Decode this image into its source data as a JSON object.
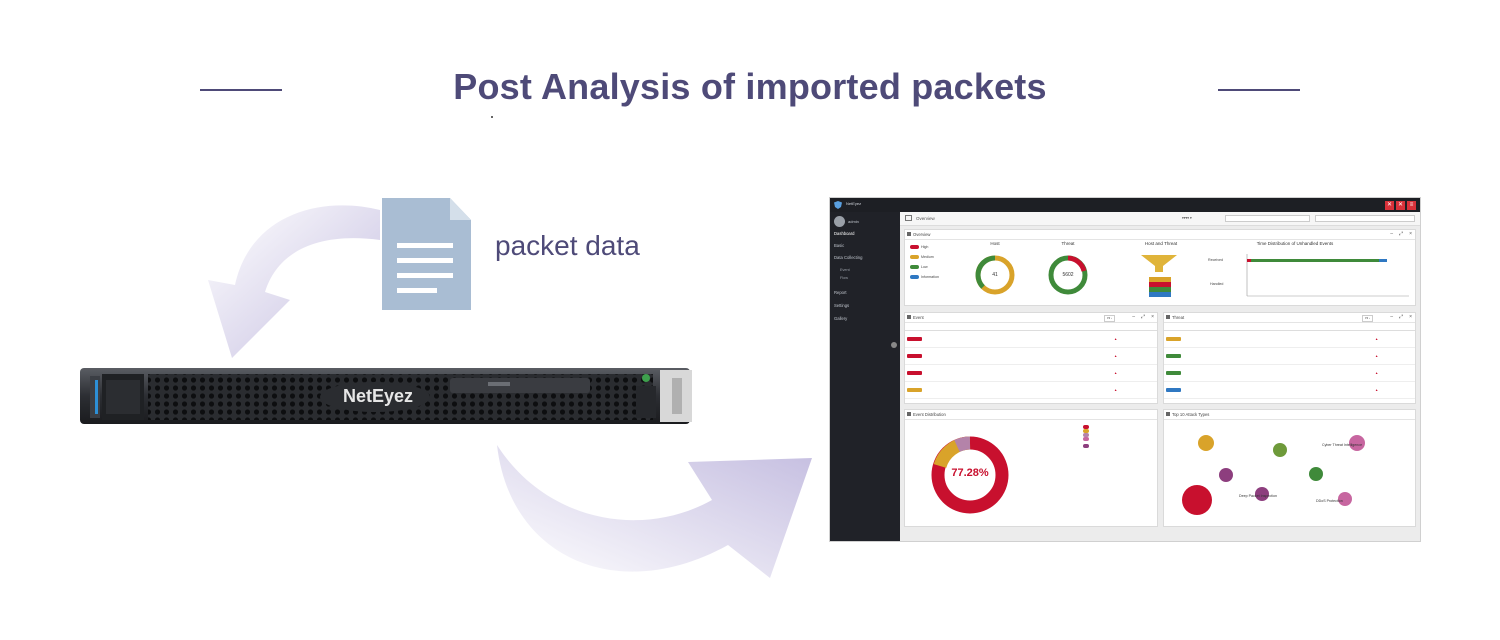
{
  "title": "Post Analysis of imported packets",
  "caption": "packet data",
  "device_brand": "NetEyez",
  "icons": {
    "document": "document-icon",
    "arrow_in": "curved-arrow-icon",
    "arrow_out": "curved-arrow-icon",
    "appliance": "server-appliance",
    "shield": "shield-icon"
  },
  "colors": {
    "title": "#4e4a78",
    "document": "#a9bdd3",
    "arrow": "#c9c3e3",
    "sidebar": "#202228",
    "critical": "#c8102e",
    "major": "#d9a32a",
    "low": "#3f8a3a",
    "info": "#2f78c2"
  },
  "dashboard": {
    "nav": [
      "Dashboard",
      "Basic",
      "Data Collecting",
      "Report",
      "Settings",
      "Gallery"
    ],
    "subnav": [
      "Event",
      "Flow"
    ],
    "header_title": "Overview",
    "overview": {
      "title": "Overview",
      "legend": [
        "High",
        "Medium",
        "Low",
        "Information"
      ],
      "gauges": [
        {
          "label": "Host",
          "value": "41"
        },
        {
          "label": "Threat",
          "value": "5602"
        }
      ],
      "funnel_title": "Host and Threat",
      "time_title": "Time Distribution of Unhandled Events",
      "time_rows": [
        "Received",
        "Handled"
      ]
    },
    "panels": {
      "left_table": "Event",
      "right_table": "Threat",
      "pie": "Event Distribution",
      "bubbles": "Top 10 Attack Types"
    },
    "pie_center": "77.28%",
    "bubble_labels": [
      "Cyber Threat Intelligence",
      "Deep Packet Inspection",
      "DDoS Protection"
    ]
  }
}
